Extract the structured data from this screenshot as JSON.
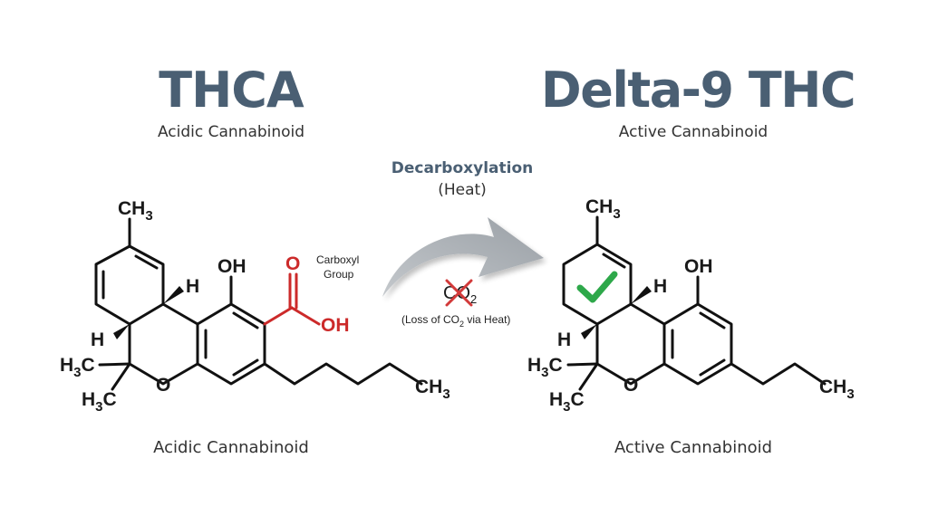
{
  "thca": {
    "title": "THCA",
    "subtitle": "Acidic Cannabinoid",
    "caption": "Acidic Cannabinoid",
    "carboxyl_label_line1": "Carboxyl",
    "carboxyl_label_line2": "Group",
    "atoms": {
      "ch3_top": "CH",
      "ch3_top_sub": "3",
      "oh": "OH",
      "h_bridge": "H",
      "h_left": "H",
      "o_ring": "O",
      "h3c_1": "H",
      "h3c_1_sub": "3",
      "h3c_1_tail": "C",
      "h3c_2": "H",
      "h3c_2_sub": "3",
      "h3c_2_tail": "C",
      "ch3_chain": "CH",
      "ch3_chain_sub": "3",
      "cooh_o": "O",
      "cooh_oh": "OH"
    },
    "carboxyl_color": "#cc2a2a"
  },
  "process": {
    "name": "Decarboxylation",
    "condition": "(Heat)",
    "co2": "CO",
    "co2_sub": "2",
    "note_prefix": "(Loss of CO",
    "note_sub": "2",
    "note_suffix": " via Heat)",
    "arrow_color": "#a6abb0",
    "cross_color": "#d23a3a"
  },
  "thc": {
    "title": "Delta-9 THC",
    "subtitle": "Active Cannabinoid",
    "caption": "Active Cannabinoid",
    "check_color": "#2ea84a",
    "atoms": {
      "ch3_top": "CH",
      "ch3_top_sub": "3",
      "oh": "OH",
      "h_bridge": "H",
      "h_left": "H",
      "o_ring": "O",
      "h3c_1": "H",
      "h3c_1_sub": "3",
      "h3c_1_tail": "C",
      "h3c_2": "H",
      "h3c_2_sub": "3",
      "h3c_2_tail": "C",
      "ch3_chain": "CH",
      "ch3_chain_sub": "3"
    }
  }
}
